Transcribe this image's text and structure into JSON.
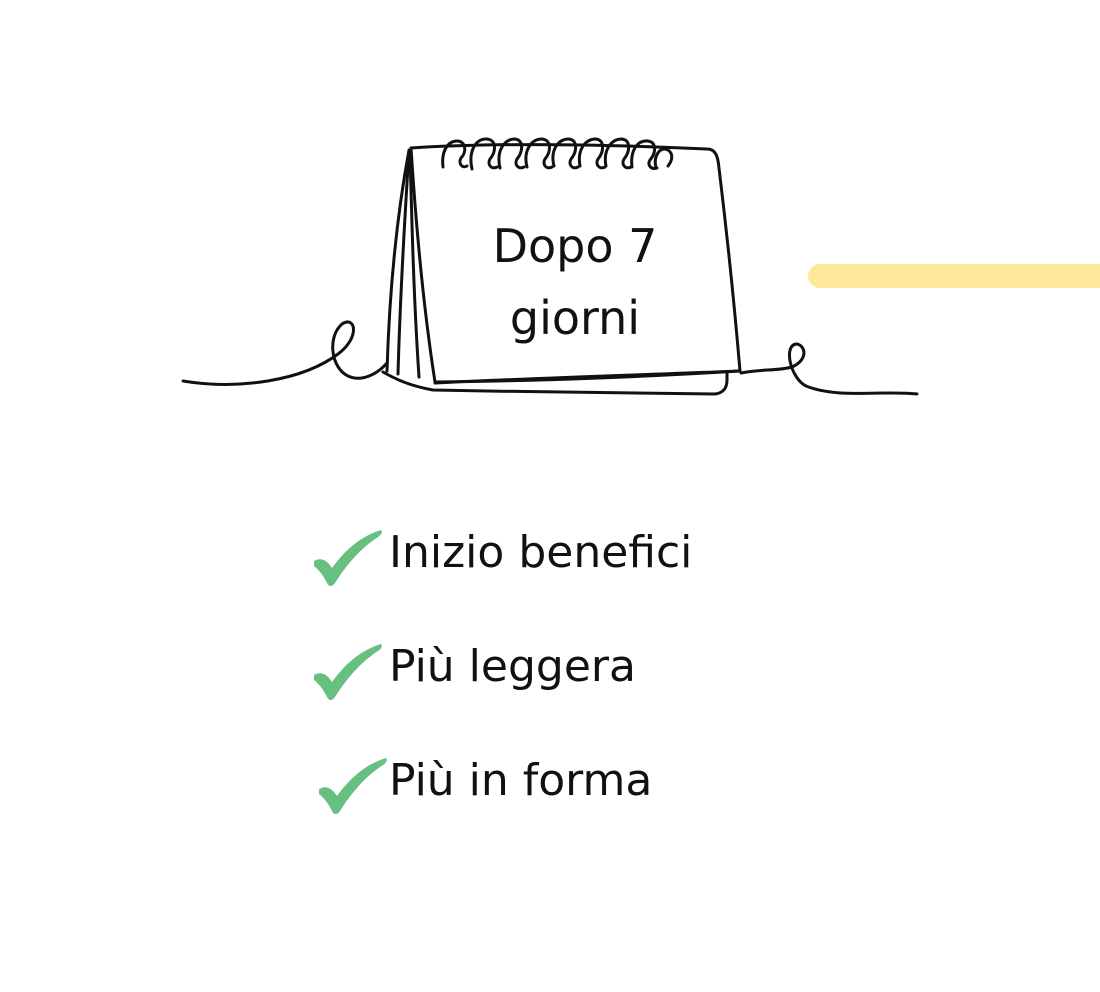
{
  "calendar": {
    "line1": "Dopo 7",
    "line2": "giorni"
  },
  "benefits": [
    {
      "label": "Inizio benefici",
      "icon": "check-icon"
    },
    {
      "label": "Più leggera",
      "icon": "check-icon"
    },
    {
      "label": "Più in forma",
      "icon": "check-icon"
    }
  ],
  "colors": {
    "ink": "#111111",
    "check": "#67bf80",
    "highlight": "#fde89a",
    "background": "#ffffff"
  }
}
